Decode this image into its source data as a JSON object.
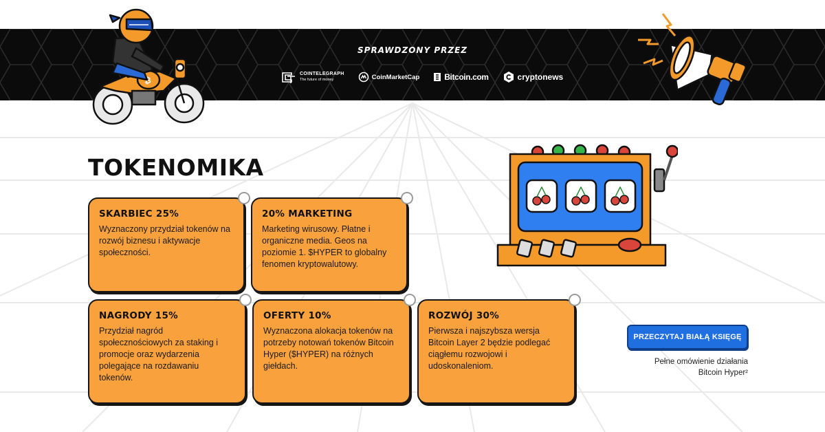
{
  "banner": {
    "title": "SPRAWDZONY PRZEZ",
    "partners": [
      {
        "name": "COINTELEGRAPH",
        "sub": "The future of money",
        "icon": "cointelegraph-logo-icon"
      },
      {
        "name": "CoinMarketCap",
        "icon": "coinmarketcap-logo-icon"
      },
      {
        "name": "Bitcoin.com",
        "icon": "bitcoin-com-logo-icon"
      },
      {
        "name": "cryptonews",
        "icon": "cryptonews-logo-icon"
      }
    ]
  },
  "section": {
    "heading": "TOKENOMIKA"
  },
  "cards": [
    {
      "title": "SKARBIEC 25%",
      "desc": "Wyznaczony przydział tokenów na rozwój biznesu i aktywacje społeczności."
    },
    {
      "title": "20% MARKETING",
      "desc": "Marketing wirusowy. Płatne i organiczne media. Geos na poziomie 1. $HYPER to globalny fenomen kryptowalutowy."
    },
    {
      "title": "NAGRODY 15%",
      "desc": "Przydział nagród społecznościowych za staking i promocje oraz wydarzenia polegające na rozdawaniu tokenów."
    },
    {
      "title": "OFERTY 10%",
      "desc": "Wyznaczona alokacja tokenów na potrzeby notowań tokenów Bitcoin Hyper ($HYPER) na różnych giełdach."
    },
    {
      "title": "ROZWÓJ 30%",
      "desc": "Pierwsza i najszybsza wersja Bitcoin Layer 2 będzie podlegać ciągłemu rozwojowi i udoskonaleniom."
    }
  ],
  "cta": {
    "label": "PRZECZYTAJ BIAŁĄ KSIĘGĘ",
    "note_line1": "Pełne omówienie działania",
    "note_line2": "Bitcoin Hyper²"
  },
  "illustrations": {
    "left": "motorcycle-rider-mascot-icon",
    "right": "megaphone-icon",
    "middle": "slot-machine-icon"
  },
  "colors": {
    "card": "#f9a23d",
    "banner": "#0b0b0b",
    "cta": "#1f6fe0",
    "slot_screen": "#2f7ff0"
  }
}
